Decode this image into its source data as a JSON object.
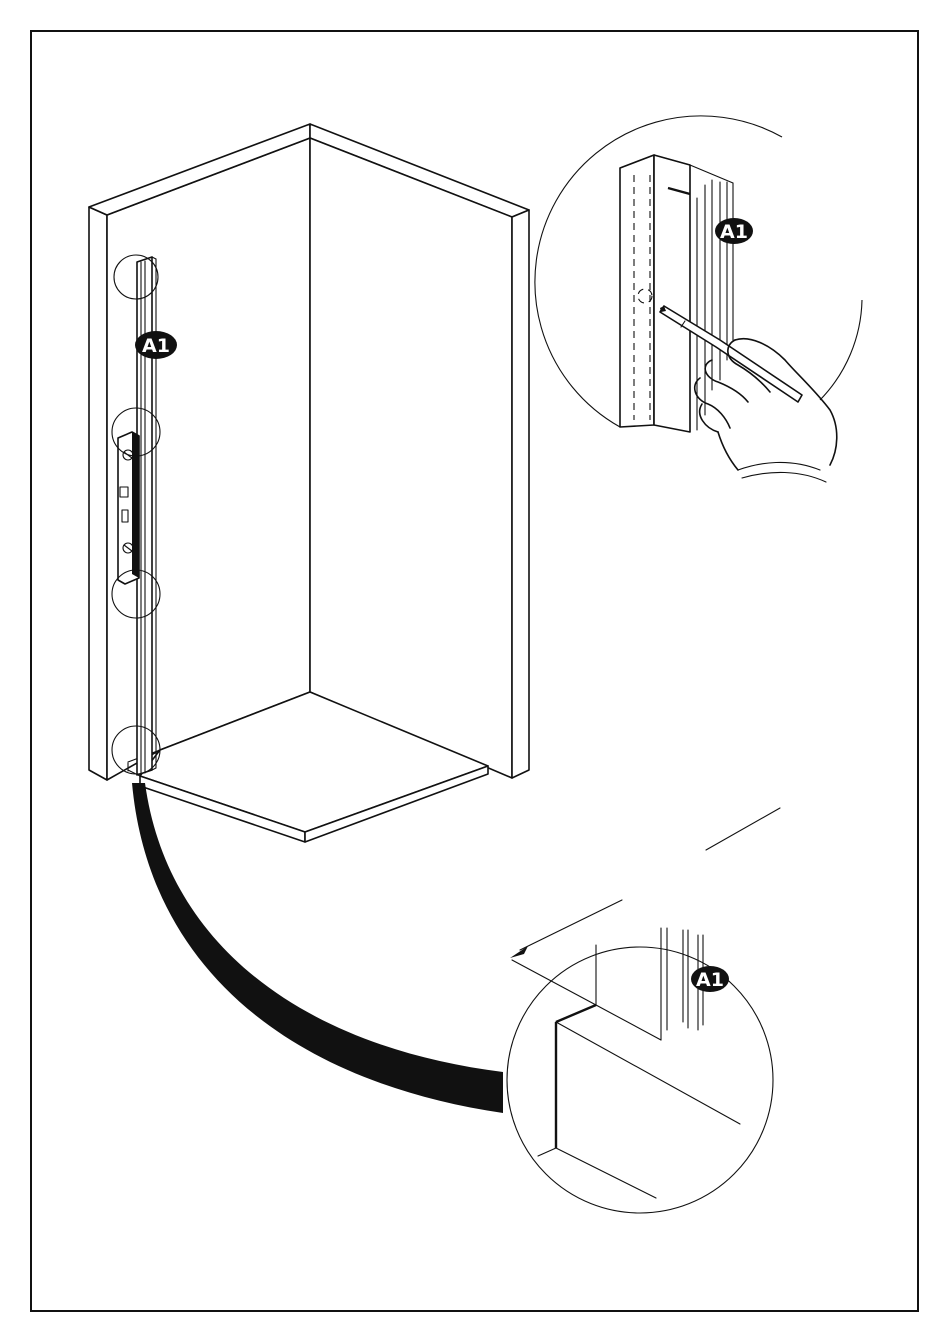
{
  "labels": {
    "profile_main": "A1",
    "profile_detail_top": "A1",
    "profile_detail_bottom": "A1"
  },
  "colors": {
    "ink": "#111111",
    "paper": "#ffffff"
  }
}
